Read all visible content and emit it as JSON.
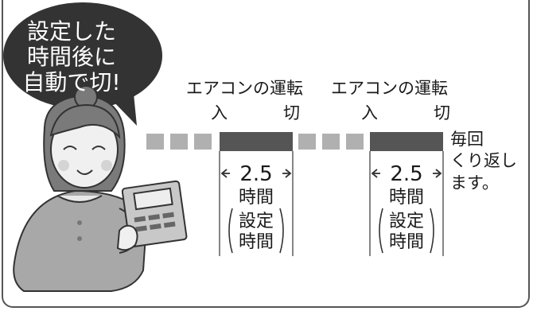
{
  "bubble": {
    "lines": [
      "設定した",
      "時間後に",
      "自動で切!"
    ]
  },
  "timeline": {
    "cycles": [
      {
        "label": "エアコンの運転",
        "on": "入",
        "off": "切",
        "duration": "2.5",
        "unit": "時間",
        "setting": [
          "設定",
          "時間"
        ]
      },
      {
        "label": "エアコンの運転",
        "on": "入",
        "off": "切",
        "duration": "2.5",
        "unit": "時間",
        "setting": [
          "設定",
          "時間"
        ]
      }
    ],
    "repeat_text": [
      "毎回",
      "くり返し",
      "ます。"
    ]
  },
  "colors": {
    "bubble": "#333333",
    "on_bar": "#555555",
    "off_block": "#b0b0b0",
    "skin": "#f0f0f0",
    "line": "#444444"
  }
}
